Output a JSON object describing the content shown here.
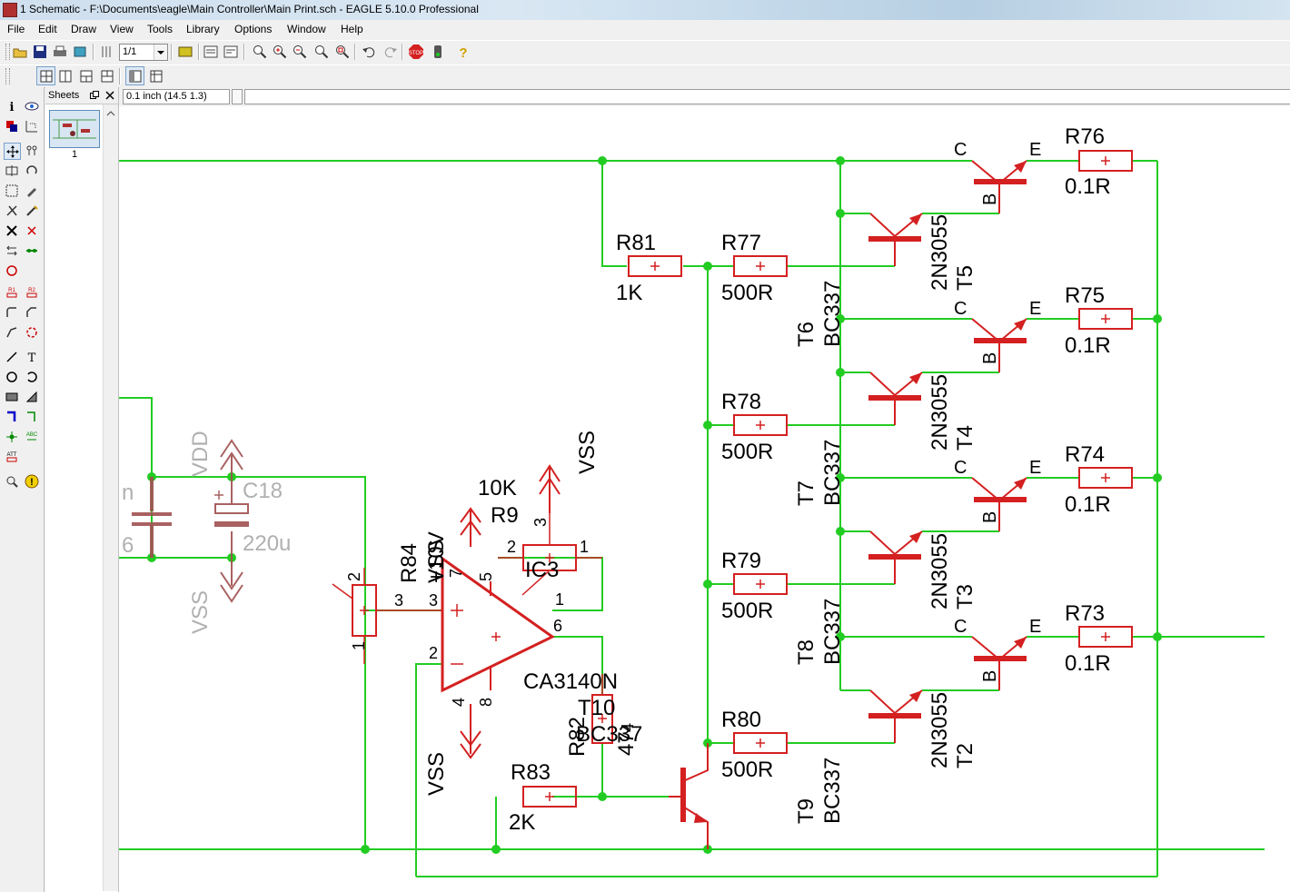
{
  "window": {
    "title": "1 Schematic - F:\\Documents\\eagle\\Main Controller\\Main Print.sch - EAGLE 5.10.0 Professional"
  },
  "menu": [
    "File",
    "Edit",
    "Draw",
    "View",
    "Tools",
    "Library",
    "Options",
    "Window",
    "Help"
  ],
  "toolbar": {
    "zoom_value": "1/1"
  },
  "sheets": {
    "title": "Sheets",
    "items": [
      "1"
    ]
  },
  "coord": {
    "text": "0.1 inch (14.5 1.3)"
  },
  "schematic": {
    "resistors": [
      {
        "name": "R76",
        "value": "0.1R"
      },
      {
        "name": "R75",
        "value": "0.1R"
      },
      {
        "name": "R74",
        "value": "0.1R"
      },
      {
        "name": "R73",
        "value": "0.1R"
      },
      {
        "name": "R81",
        "value": "1K"
      },
      {
        "name": "R77",
        "value": "500R"
      },
      {
        "name": "R78",
        "value": "500R"
      },
      {
        "name": "R79",
        "value": "500R"
      },
      {
        "name": "R80",
        "value": "500R"
      },
      {
        "name": "R83",
        "value": "2K"
      },
      {
        "name": "R84",
        "value": ""
      },
      {
        "name": "R82",
        "value": ""
      },
      {
        "name": "R9",
        "value": "10K"
      }
    ],
    "power_transistors": [
      {
        "name": "T5",
        "value": "2N3055"
      },
      {
        "name": "T4",
        "value": "2N3055"
      },
      {
        "name": "T3",
        "value": "2N3055"
      },
      {
        "name": "T2",
        "value": "2N3055"
      }
    ],
    "driver_transistors": [
      {
        "name": "T6",
        "value": "BC337"
      },
      {
        "name": "T7",
        "value": "BC337"
      },
      {
        "name": "T8",
        "value": "BC337"
      },
      {
        "name": "T9",
        "value": "BC337"
      },
      {
        "name": "T10",
        "value": "BC337"
      }
    ],
    "opamp": {
      "name": "IC3",
      "value": "CA3140N"
    },
    "capacitor": {
      "name": "C18",
      "value": "220u"
    },
    "supplies": {
      "vdd": "VDD",
      "vss": "VSS",
      "v10": "+10V"
    },
    "pin_labels": {
      "c": "C",
      "b": "B",
      "e": "E",
      "p1": "1",
      "p2": "2",
      "p3": "3",
      "p4": "4",
      "p5": "5",
      "p6": "6",
      "p7": "7",
      "p8": "8"
    },
    "partial": {
      "n": "n",
      "six": "6",
      "fortyseven": "47",
      "four": "4"
    }
  }
}
